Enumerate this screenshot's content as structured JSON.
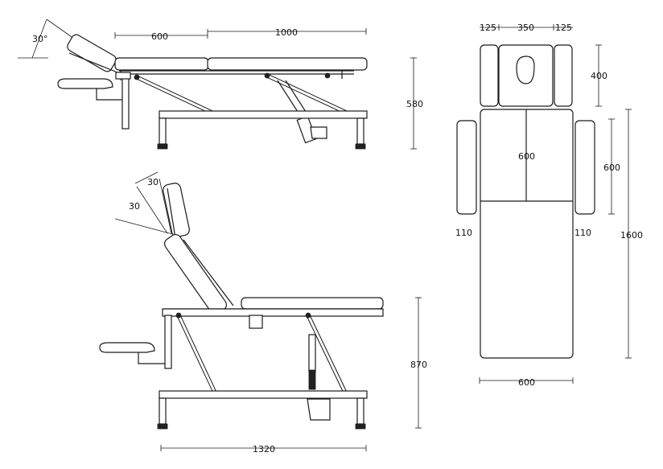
{
  "side_view_top": {
    "angle_label": "30°",
    "dim_head": "600",
    "dim_body": "1000",
    "dim_height": "580"
  },
  "side_view_bottom": {
    "angle_label_a": "30",
    "angle_label_b": "30",
    "dim_height": "870",
    "dim_length": "1320"
  },
  "top_view": {
    "dim_side_left": "125",
    "dim_center": "350",
    "dim_side_right": "125",
    "dim_head_len": "400",
    "dim_mid_inner": "600",
    "dim_mid_outer": "600",
    "dim_arm_left": "110",
    "dim_arm_right": "110",
    "dim_total_len": "1600",
    "dim_width": "600"
  },
  "colors": {
    "line": "#1a1a1a",
    "background": "#ffffff"
  }
}
